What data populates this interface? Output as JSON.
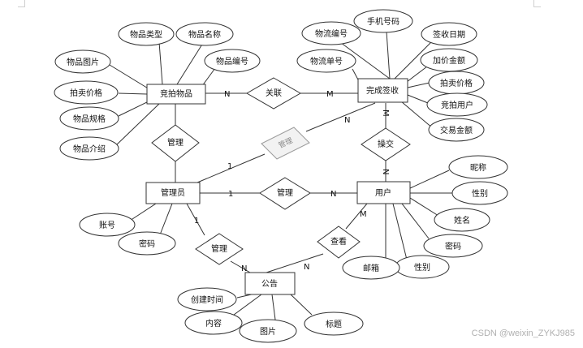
{
  "entities": {
    "auction_item": "竞拍物品",
    "completed_receipt": "完成签收",
    "admin": "管理员",
    "user": "用户",
    "notice": "公告"
  },
  "relationships": {
    "associate": "关联",
    "manage_item": "管理",
    "manage_receipt": "管理",
    "manage_user": "管理",
    "manage_notice": "管理",
    "interact": "操交",
    "view": "查看"
  },
  "attributes": {
    "item_type": "物品类型",
    "item_name": "物品名称",
    "item_image": "物品图片",
    "item_no": "物品编号",
    "auction_price": "拍卖价格",
    "item_spec": "物品规格",
    "item_intro": "物品介绍",
    "logistics_no": "物流编号",
    "phone": "手机号码",
    "sign_date": "签收日期",
    "logistics_order": "物流单号",
    "markup_amount": "加价金额",
    "bid_price": "拍卖价格",
    "bid_user": "竞拍用户",
    "deal_amount": "交易金额",
    "admin_account": "账号",
    "admin_password": "密码",
    "nickname": "昵称",
    "gender1": "性别",
    "name": "姓名",
    "user_password": "密码",
    "gender2": "性别",
    "email": "邮箱",
    "create_time": "创建时间",
    "content": "内容",
    "picture": "图片",
    "title": "标题"
  },
  "cardinality": {
    "item_assoc": "N",
    "receipt_assoc": "M",
    "receipt_manage": "N",
    "admin_manage_receipt": "1",
    "receipt_interact": "M",
    "user_interact": "N",
    "admin_manage_user": "1",
    "user_manage": "N",
    "admin_manage_notice": "1",
    "notice_manage": "N",
    "notice_view": "N",
    "user_view": "M"
  },
  "watermark": "CSDN @weixin_ZYKJ985"
}
